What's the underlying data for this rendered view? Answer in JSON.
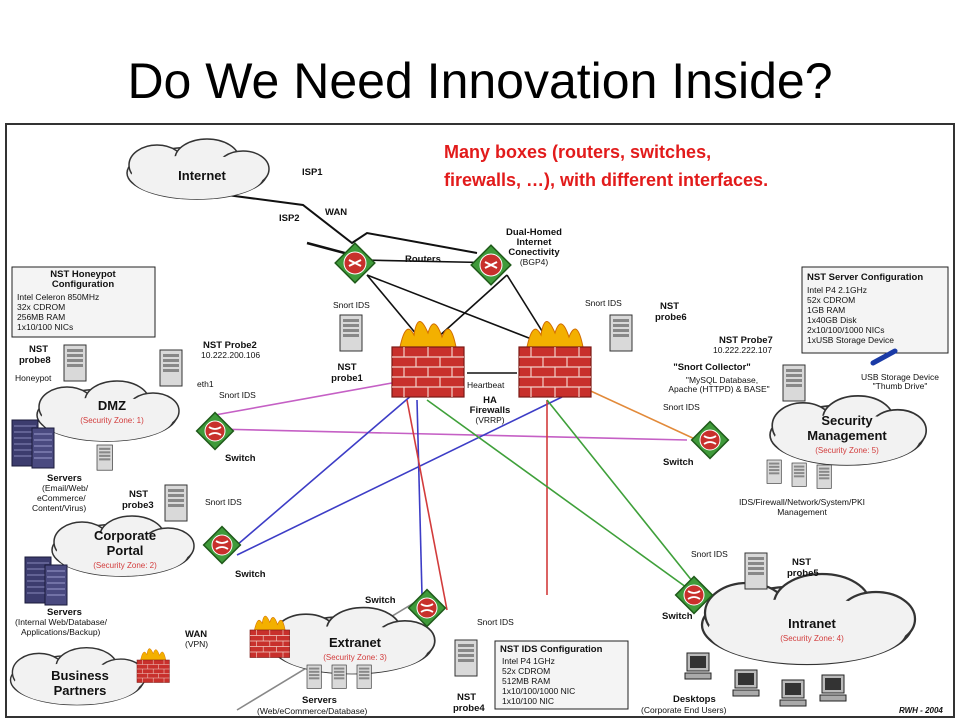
{
  "slide": {
    "title": "Do We Need Innovation Inside?"
  },
  "annotation": {
    "line1": "Many boxes (routers, switches,",
    "line2": "firewalls, …), with different interfaces."
  },
  "diagram": {
    "internet": "Internet",
    "isp1": "ISP1",
    "isp2": "ISP2",
    "wan": "WAN",
    "dual_homed": [
      "Dual-Homed",
      "Internet",
      "Conectivity",
      "(BGP4)"
    ],
    "routers": "Routers",
    "snort_ids": "Snort IDS",
    "nst_probe1": [
      "NST",
      "probe1"
    ],
    "nst_probe6": [
      "NST",
      "probe6"
    ],
    "heartbeat": "Heartbeat",
    "ha_firewalls": [
      "HA",
      "Firewalls",
      "(VRRP)"
    ],
    "honeypot_config": {
      "title": [
        "NST Honeypot",
        "Configuration"
      ],
      "items": [
        "Intel Celeron 850MHz",
        "32x CDROM",
        "256MB RAM",
        "1x10/100 NICs"
      ]
    },
    "server_config": {
      "title": "NST Server Configuration",
      "items": [
        "Intel P4 2.1GHz",
        "52x CDROM",
        "1GB RAM",
        "1x40GB Disk",
        "2x10/100/1000 NICs",
        "1xUSB Storage Device"
      ]
    },
    "ids_config": {
      "title": "NST IDS Configuration",
      "items": [
        "Intel P4 1GHz",
        "52x CDROM",
        "512MB RAM",
        "1x10/100/1000 NIC",
        "1x10/100 NIC"
      ]
    },
    "nst_probe8": [
      "NST",
      "probe8"
    ],
    "honeypot": "Honeypot",
    "nst_probe2": [
      "NST Probe2",
      "10.222.200.106"
    ],
    "eth1": "eth1",
    "nst_probe7": [
      "NST Probe7",
      "10.222.222.107"
    ],
    "snort_collector": [
      "\"Snort Collector\"",
      "\"MySQL Database,",
      "Apache (HTTPD) & BASE\""
    ],
    "usb": [
      "USB Storage Device",
      "\"Thumb Drive\""
    ],
    "dmz": {
      "name": "DMZ",
      "zone": "(Security Zone: 1)"
    },
    "switch": "Switch",
    "dmz_servers": [
      "Servers",
      "(Email/Web/",
      "eCommerce/",
      "Content/Virus)"
    ],
    "security_mgmt": {
      "name": [
        "Security",
        "Management"
      ],
      "zone": "(Security Zone: 5)"
    },
    "ids_mgmt": [
      "IDS/Firewall/Network/System/PKI",
      "Management"
    ],
    "nst_probe3": [
      "NST",
      "probe3"
    ],
    "corporate_portal": {
      "name": [
        "Corporate",
        "Portal"
      ],
      "zone": "(Security Zone: 2)"
    },
    "portal_servers": [
      "Servers",
      "(Internal Web/Database/",
      "Applications/Backup)"
    ],
    "nst_probe5": [
      "NST",
      "probe5"
    ],
    "intranet": {
      "name": "Intranet",
      "zone": "(Security Zone: 4)"
    },
    "extranet": {
      "name": "Extranet",
      "zone": "(Security Zone: 3)"
    },
    "extranet_servers": [
      "Servers",
      "(Web/eCommerce/Database)"
    ],
    "wan_vpn": [
      "WAN",
      "(VPN)"
    ],
    "business_partners": [
      "Business",
      "Partners"
    ],
    "nst_probe4": [
      "NST",
      "probe4"
    ],
    "desktops": [
      "Desktops",
      "(Corporate End Users)"
    ],
    "credit": "RWH - 2004"
  },
  "colors": {
    "annotation": "#e21b1b",
    "zone_text": "#d23c3c",
    "router": "#3f9a3a",
    "firewall": "#c8302c"
  }
}
